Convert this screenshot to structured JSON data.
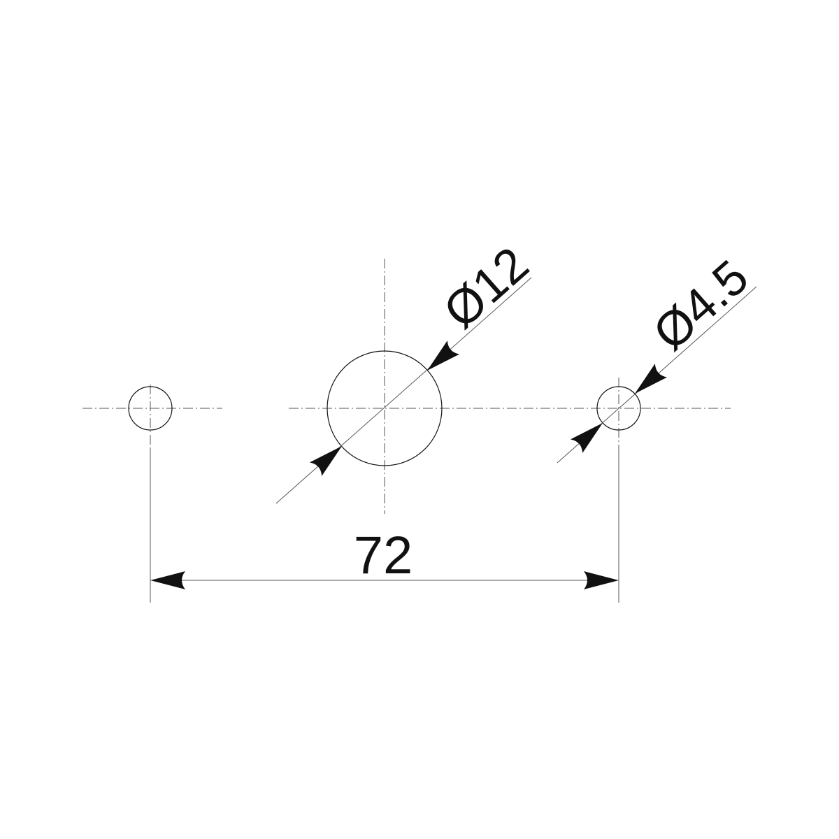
{
  "drawing": {
    "spacing_label": "72",
    "large_hole_label": "Ø12",
    "small_hole_label": "Ø4.5",
    "line_color": "#111111"
  }
}
